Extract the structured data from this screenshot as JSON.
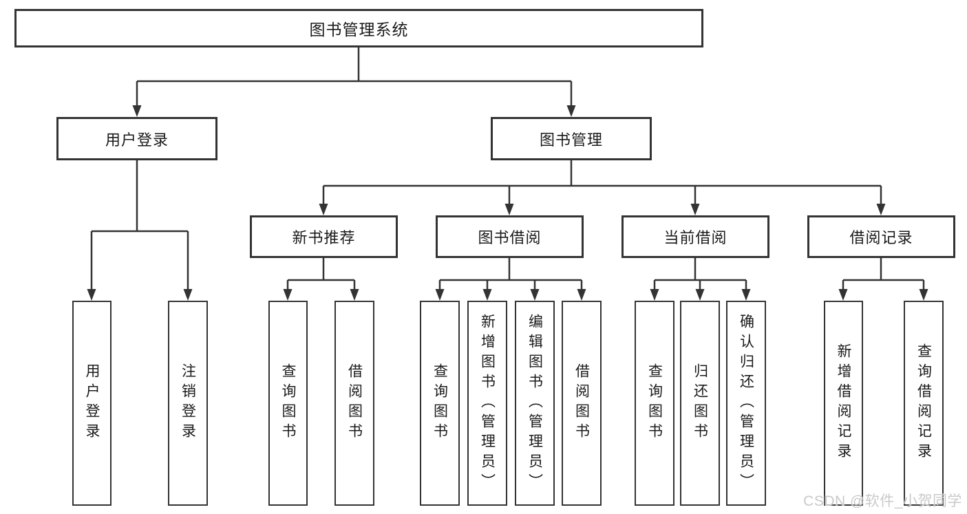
{
  "colors": {
    "background": "#ffffff",
    "line": "#333333",
    "box_border": "#333333",
    "text": "#1a1a1a",
    "watermark": "#c9c9c9"
  },
  "diagram": {
    "root": {
      "label": "图书管理系统"
    },
    "branches": [
      {
        "label": "用户登录",
        "children": [
          {
            "label": "用户登录"
          },
          {
            "label": "注销登录"
          }
        ]
      },
      {
        "label": "图书管理",
        "children": [
          {
            "label": "新书推荐",
            "children": [
              {
                "label": "查询图书"
              },
              {
                "label": "借阅图书"
              }
            ]
          },
          {
            "label": "图书借阅",
            "children": [
              {
                "label": "查询图书"
              },
              {
                "label": "新增图书（管理员）"
              },
              {
                "label": "编辑图书（管理员）"
              },
              {
                "label": "借阅图书"
              }
            ]
          },
          {
            "label": "当前借阅",
            "children": [
              {
                "label": "查询图书"
              },
              {
                "label": "归还图书"
              },
              {
                "label": "确认归还（管理员）"
              }
            ]
          },
          {
            "label": "借阅记录",
            "children": [
              {
                "label": "新增借阅记录"
              },
              {
                "label": "查询借阅记录"
              }
            ]
          }
        ]
      }
    ],
    "watermark": "CSDN @软件_小贺同学"
  }
}
